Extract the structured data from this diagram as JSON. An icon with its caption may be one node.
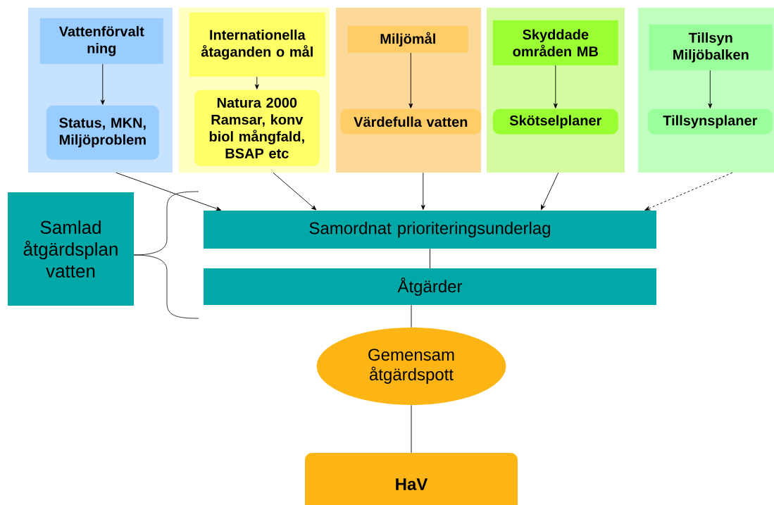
{
  "diagram": {
    "nodes": [
      {
        "text": [],
        "shape": "box"
      },
      {
        "text": [
          "Vattenförvalt ning"
        ],
        "in": 0
      },
      {
        "text": [
          "Status, MKN, Miljöproblem"
        ],
        "in": 0
      },
      {
        "text": [],
        "shape": "box"
      },
      {
        "text": [
          "Internationella åtaganden o mål"
        ],
        "in": 3
      },
      {
        "text": [
          "Natura 2000 Ramsar, konv biol mångfald, BSAP etc"
        ],
        "in": 3
      },
      {
        "text": [],
        "shape": "box"
      },
      {
        "text": [
          "Miljömål"
        ],
        "in": 6
      },
      {
        "text": [
          "Värdefulla vatten"
        ],
        "in": 6
      },
      {
        "text": [],
        "shape": "box"
      },
      {
        "text": [
          "Skyddade områden MB"
        ],
        "in": 9
      },
      {
        "text": [
          "Skötselplaner"
        ],
        "in": 9
      },
      {
        "text": [],
        "shape": "box"
      },
      {
        "text": [
          "Tillsyn Miljöbalken"
        ],
        "in": 12
      },
      {
        "text": [
          "Tillsynsplaner"
        ],
        "in": 12
      },
      {
        "text": [
          "Samlad åtgärdsplan vatten"
        ]
      },
      {
        "text": [
          "Samordnat prioriteringsunderlag"
        ]
      },
      {
        "text": [
          "Åtgärder"
        ]
      },
      {
        "text": [
          "Gemensam åtgärdspott"
        ]
      },
      {
        "text": [
          "HaV"
        ]
      }
    ],
    "edges": [
      {
        "from": 1,
        "to": 2,
        "arrow": "to"
      },
      {
        "from": 4,
        "to": 5,
        "arrow": "to"
      },
      {
        "from": 7,
        "to": 8,
        "arrow": "to"
      },
      {
        "from": 10,
        "to": 11,
        "arrow": "to"
      },
      {
        "from": 13,
        "to": 14,
        "arrow": "to"
      },
      {
        "from": 0,
        "to": 16,
        "arrow": "to"
      },
      {
        "from": 3,
        "to": 16,
        "arrow": "to"
      },
      {
        "from": 6,
        "to": 16,
        "arrow": "to"
      },
      {
        "from": 9,
        "to": 16,
        "arrow": "to"
      },
      {
        "from": 12,
        "to": 16,
        "arrow": "to",
        "style": "dashed"
      },
      {
        "from": 16,
        "to": 17,
        "arrow": "none"
      },
      {
        "from": 17,
        "to": 18,
        "arrow": "none"
      },
      {
        "from": 18,
        "to": 19,
        "arrow": "none"
      }
    ]
  }
}
